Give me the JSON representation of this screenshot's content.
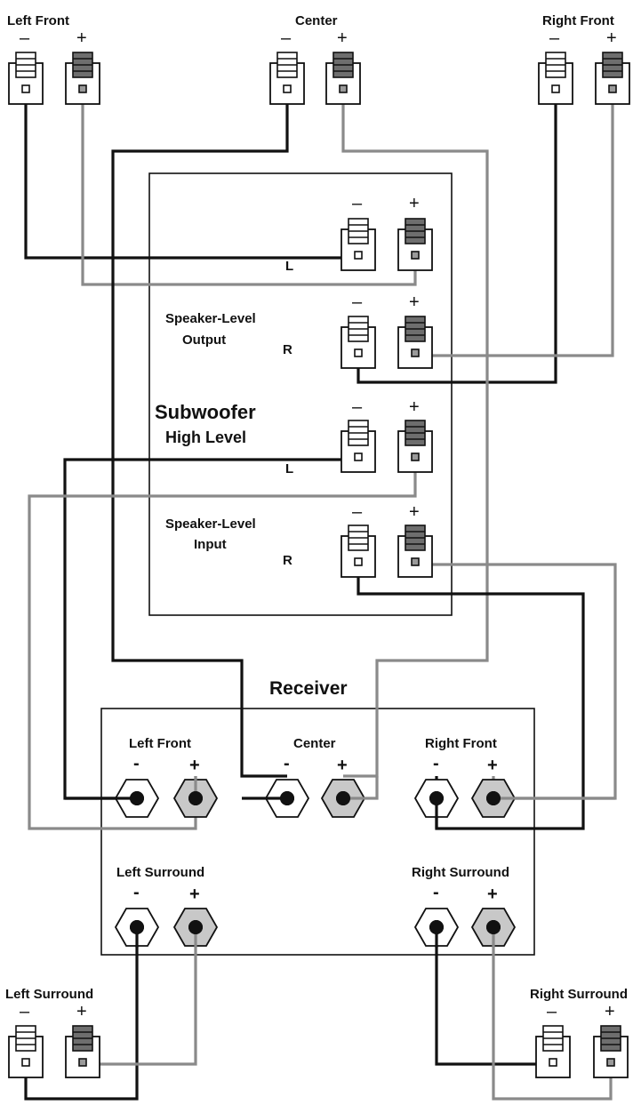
{
  "speakers": {
    "left_front": "Left Front",
    "center": "Center",
    "right_front": "Right Front",
    "left_surround": "Left Surround",
    "right_surround": "Right Surround"
  },
  "symbols": {
    "minus": "–",
    "plus": "+",
    "neg": "-",
    "pos": "+"
  },
  "subwoofer": {
    "title": "Subwoofer",
    "subtitle": "High Level",
    "output_line1": "Speaker-Level",
    "output_line2": "Output",
    "input_line1": "Speaker-Level",
    "input_line2": "Input",
    "left": "L",
    "right": "R"
  },
  "receiver": {
    "title": "Receiver",
    "left_front": "Left Front",
    "center": "Center",
    "right_front": "Right Front",
    "left_surround": "Left Surround",
    "right_surround": "Right Surround"
  },
  "colors": {
    "negative_wire": "#111111",
    "positive_wire": "#8a8a8a",
    "positive_terminal": "#c8c8c8",
    "clip_fill": "#6e6e6e"
  }
}
